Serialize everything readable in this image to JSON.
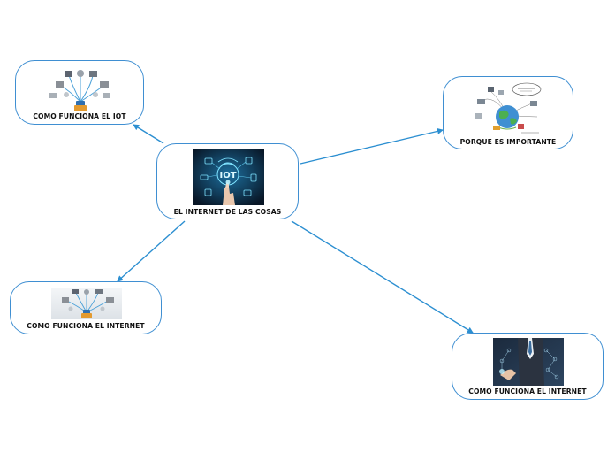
{
  "colors": {
    "connector": "#2c8fd1",
    "node_border": "#3f8fd2"
  },
  "nodes": {
    "center": {
      "label": "EL INTERNET DE LAS COSAS",
      "image": "iot-touch-icon"
    },
    "top_left": {
      "label": "COMO FUNCIONA EL IOT",
      "image": "network-devices-icon"
    },
    "top_right": {
      "label": "PORQUE ES IMPORTANTE",
      "image": "globe-connected-icon"
    },
    "mid_left": {
      "label": "COMO FUNCIONA EL INTERNET",
      "image": "network-devices-icon"
    },
    "bottom_right": {
      "label": "COMO FUNCIONA EL INTERNET",
      "image": "businessman-touch-icon"
    }
  }
}
